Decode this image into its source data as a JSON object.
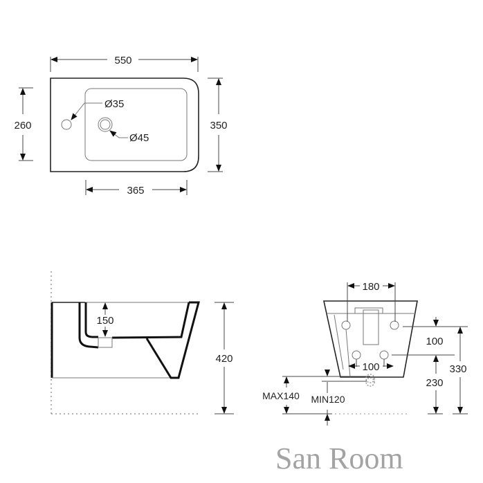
{
  "top_view": {
    "width_label": "550",
    "depth_label": "350",
    "inner_depth_label": "260",
    "inner_width_label": "365",
    "tap_hole_label": "Ø35",
    "drain_hole_label": "Ø45"
  },
  "side_view": {
    "height_label": "420",
    "bowl_depth_label": "150"
  },
  "front_view": {
    "fixing_spacing_label": "180",
    "pipe_spacing_label": "100",
    "fixing_to_pipe_label": "100",
    "pipe_height_label": "230",
    "fixing_height_label": "330",
    "max_label": "MAX140",
    "min_label": "MIN120"
  },
  "watermark": "San Room"
}
